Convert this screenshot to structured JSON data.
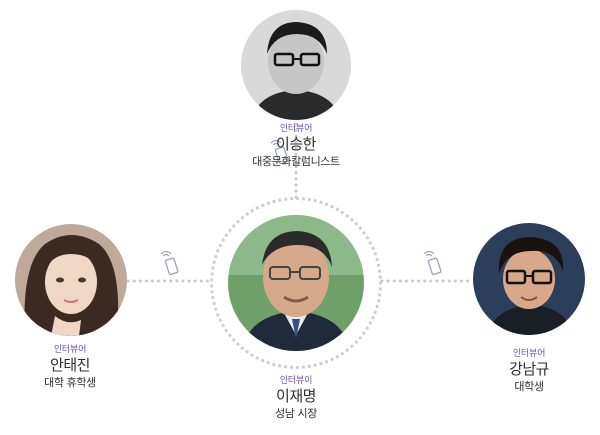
{
  "center": {
    "role": "인터뷰이",
    "name": "이재명",
    "title": "성남 시장"
  },
  "top": {
    "role": "인터뷰어",
    "name": "이승한",
    "title": "대중문화칼럼니스트"
  },
  "left": {
    "role": "인터뷰어",
    "name": "안태진",
    "title": "대학 휴학생"
  },
  "right": {
    "role": "인터뷰어",
    "name": "강남규",
    "title": "대학생"
  },
  "colors": {
    "role": "#6a4fb0",
    "text": "#2f2f2f",
    "connector": "#c8c8c8",
    "phone": "#9aa4b8"
  },
  "icons": {
    "connector_icon": "smartphone-signal-icon"
  }
}
